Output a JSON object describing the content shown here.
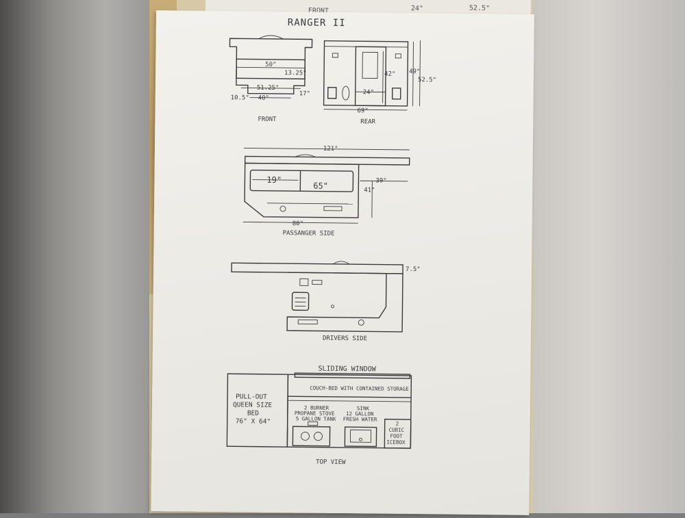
{
  "title": "RANGER II",
  "background_sheet": {
    "label": "FRONT",
    "dims": [
      "24\"",
      "52.5\""
    ]
  },
  "views": {
    "front": {
      "caption": "FRONT",
      "dims": [
        "50\"",
        "13.25\"",
        "51.25\"",
        "10.5\"",
        "40\"",
        "17\""
      ]
    },
    "rear": {
      "caption": "REAR",
      "dims": [
        "42\"",
        "24\"",
        "69\"",
        "49\"",
        "52.5\""
      ]
    },
    "passenger_side": {
      "caption": "PASSANGER SIDE",
      "dims": [
        "121\"",
        "19\"",
        "65\"",
        "39\"",
        "41\"",
        "80\""
      ]
    },
    "drivers_side": {
      "caption": "DRIVERS SIDE",
      "dims": [
        "7.5\""
      ]
    },
    "top_view": {
      "caption": "TOP VIEW",
      "sliding_window": "SLIDING WINDOW",
      "couch": "COUCH-BED WITH CONTAINED STORAGE",
      "bed_lines": [
        "PULL-OUT",
        "QUEEN SIZE",
        "BED",
        "76\" X 64\""
      ],
      "stove_lines": [
        "2 BURNER",
        "PROPANE STOVE",
        "5 GALLON TANK"
      ],
      "sink_lines": [
        "SINK",
        "12 GALLON",
        "FRESH WATER"
      ],
      "icebox_lines": [
        "2",
        "CUBIC",
        "FOOT",
        "ICEBOX"
      ]
    }
  }
}
